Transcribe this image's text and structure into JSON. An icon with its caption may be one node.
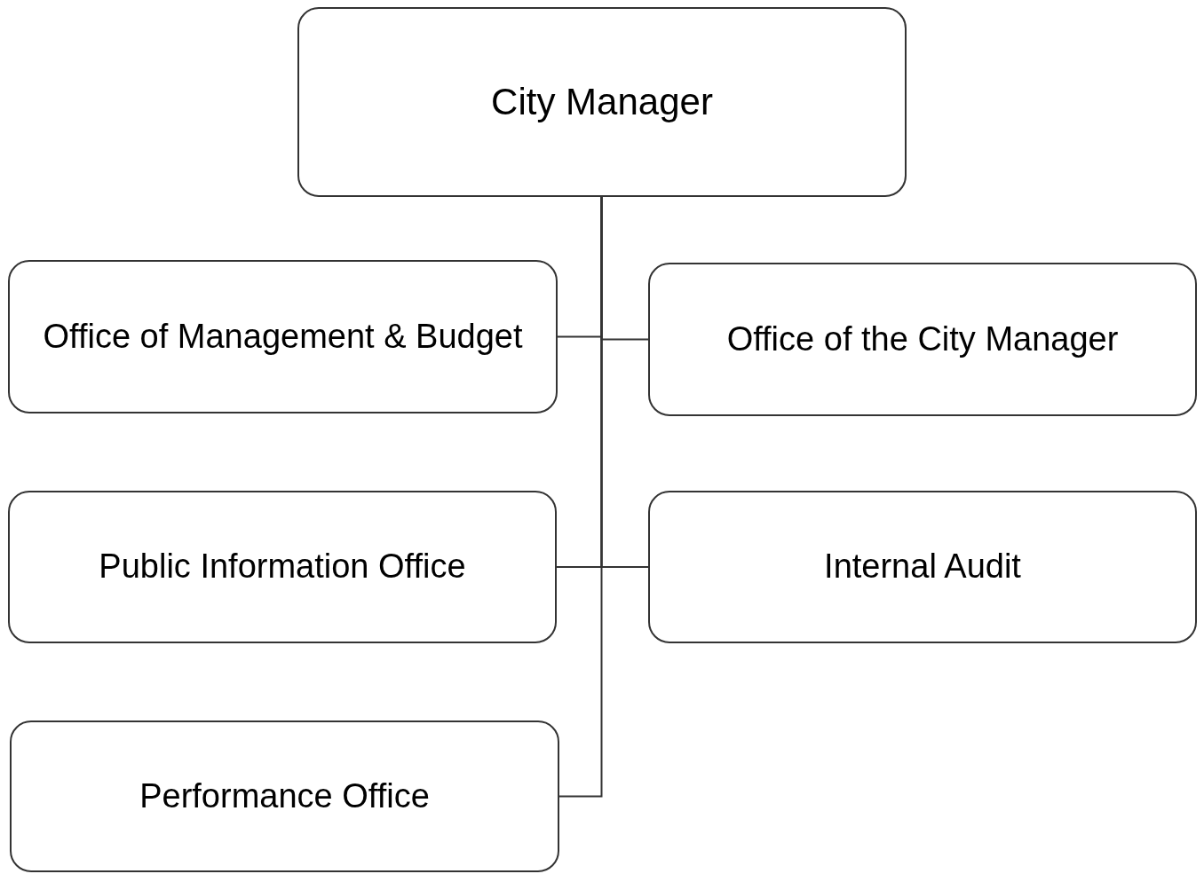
{
  "diagram": {
    "nodes": [
      {
        "text": [
          "City Manager"
        ]
      },
      {
        "text": [
          "Office of Management & Budget"
        ]
      },
      {
        "text": [
          "Office of the City Manager"
        ]
      },
      {
        "text": [
          "Public Information Office"
        ]
      },
      {
        "text": [
          "Internal Audit"
        ]
      },
      {
        "text": [
          "Performance Office"
        ]
      }
    ],
    "edges": [
      {
        "from": 0,
        "to": 1,
        "arrow": "none"
      },
      {
        "from": 0,
        "to": 2,
        "arrow": "none"
      },
      {
        "from": 0,
        "to": 3,
        "arrow": "none"
      },
      {
        "from": 0,
        "to": 4,
        "arrow": "none"
      },
      {
        "from": 0,
        "to": 5,
        "arrow": "none"
      }
    ]
  }
}
